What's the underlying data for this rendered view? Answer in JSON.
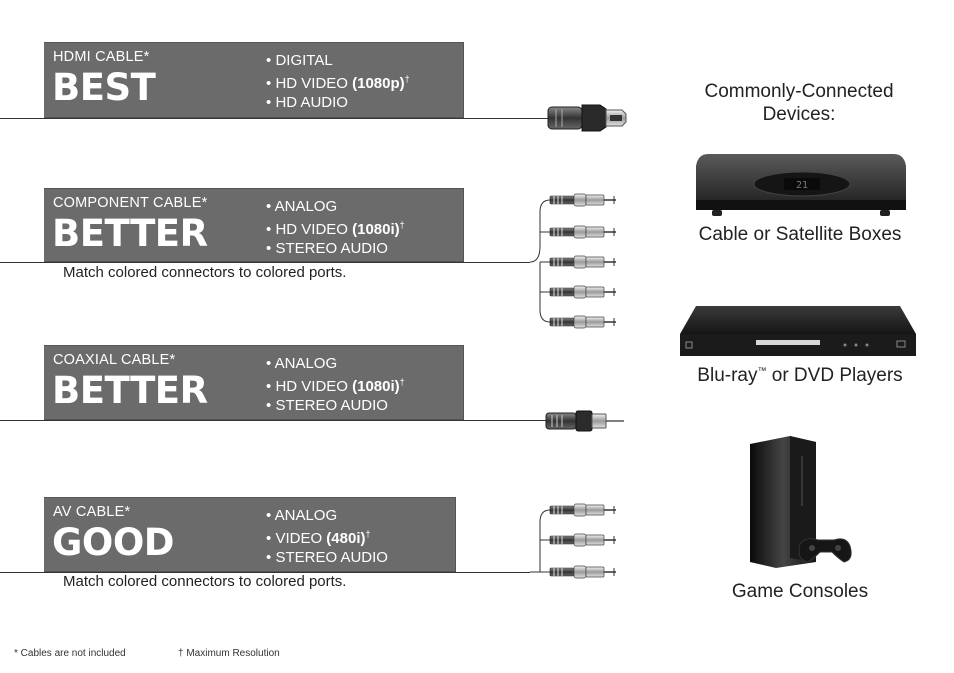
{
  "cables": [
    {
      "name": "HDMI CABLE*",
      "grade": "BEST",
      "features": [
        {
          "bullet": "•",
          "text": "DIGITAL",
          "bold": "",
          "mark": ""
        },
        {
          "bullet": "•",
          "text": "HD VIDEO",
          "bold": "(1080p)",
          "mark": "†"
        },
        {
          "bullet": "•",
          "text": "HD AUDIO",
          "bold": "",
          "mark": ""
        }
      ]
    },
    {
      "name": "COMPONENT CABLE*",
      "grade": "BETTER",
      "features": [
        {
          "bullet": "•",
          "text": "ANALOG",
          "bold": "",
          "mark": ""
        },
        {
          "bullet": "•",
          "text": "HD VIDEO",
          "bold": "(1080i)",
          "mark": "†"
        },
        {
          "bullet": "•",
          "text": "STEREO AUDIO",
          "bold": "",
          "mark": ""
        }
      ],
      "note": "Match colored connectors to colored ports."
    },
    {
      "name": "COAXIAL CABLE*",
      "grade": "BETTER",
      "features": [
        {
          "bullet": "•",
          "text": "ANALOG",
          "bold": "",
          "mark": ""
        },
        {
          "bullet": "•",
          "text": "HD VIDEO",
          "bold": "(1080i)",
          "mark": "†"
        },
        {
          "bullet": "•",
          "text": "STEREO AUDIO",
          "bold": "",
          "mark": ""
        }
      ]
    },
    {
      "name": "AV CABLE*",
      "grade": "GOOD",
      "features": [
        {
          "bullet": "•",
          "text": "ANALOG",
          "bold": "",
          "mark": ""
        },
        {
          "bullet": "•",
          "text": "VIDEO",
          "bold": "(480i)",
          "mark": "†"
        },
        {
          "bullet": "•",
          "text": "STEREO AUDIO",
          "bold": "",
          "mark": ""
        }
      ],
      "note": "Match colored connectors to colored ports."
    }
  ],
  "devices": {
    "heading_line1": "Commonly-Connected",
    "heading_line2": "Devices:",
    "cable_box_label": "Cable or Satellite Boxes",
    "cable_box_display": "21",
    "bluray_label_a": "Blu-ray",
    "bluray_tm": "™",
    "bluray_label_b": " or DVD Players",
    "console_label": "Game Consoles"
  },
  "footnotes": {
    "cables": "* Cables are not included",
    "resolution": "† Maximum Resolution"
  },
  "icons": {
    "hdmi": "hdmi-plug-icon",
    "rca": "rca-plug-icon",
    "coax": "coax-plug-icon"
  },
  "colors": {
    "card": "#6b6b6b",
    "wire": "#333333"
  }
}
